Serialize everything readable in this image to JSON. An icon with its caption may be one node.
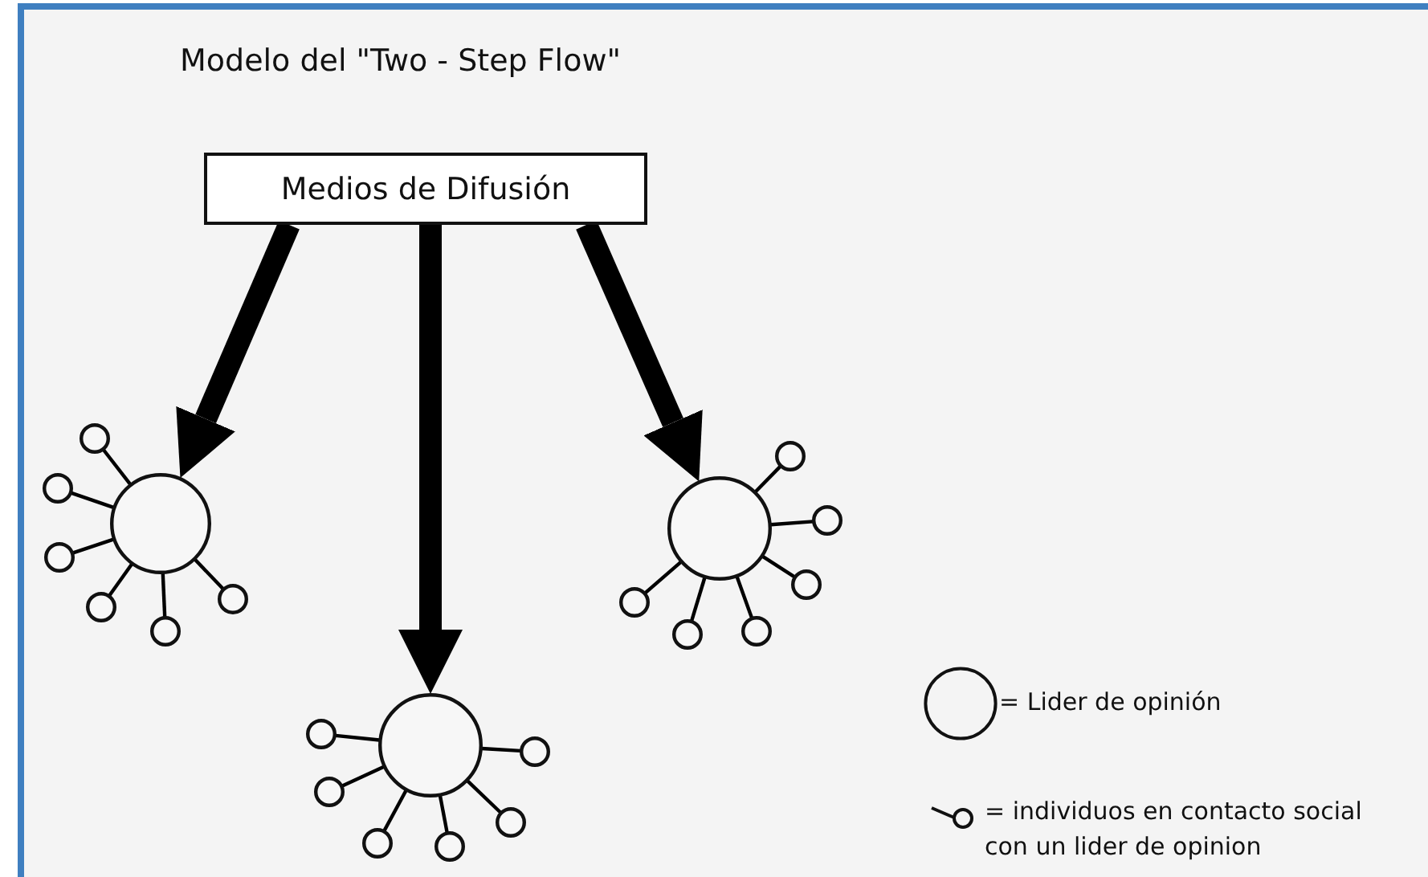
{
  "diagram": {
    "title": "Modelo del \"Two - Step Flow\"",
    "nodes": [
      {
        "text": [
          "Medios de Difusión"
        ]
      },
      {
        "text": [],
        "shape": "circle"
      },
      {
        "text": [],
        "shape": "circle"
      },
      {
        "text": [],
        "shape": "circle"
      },
      {
        "text": [],
        "shape": "circle"
      },
      {
        "text": [],
        "shape": "circle"
      },
      {
        "text": [],
        "shape": "circle"
      },
      {
        "text": [],
        "shape": "circle"
      },
      {
        "text": [],
        "shape": "circle"
      },
      {
        "text": [],
        "shape": "circle"
      },
      {
        "text": [],
        "shape": "circle"
      },
      {
        "text": [],
        "shape": "circle"
      },
      {
        "text": [],
        "shape": "circle"
      },
      {
        "text": [],
        "shape": "circle"
      },
      {
        "text": [],
        "shape": "circle"
      },
      {
        "text": [],
        "shape": "circle"
      },
      {
        "text": [],
        "shape": "circle"
      },
      {
        "text": [],
        "shape": "circle"
      },
      {
        "text": [],
        "shape": "circle"
      },
      {
        "text": [],
        "shape": "circle"
      },
      {
        "text": [],
        "shape": "circle"
      },
      {
        "text": [],
        "shape": "circle"
      }
    ],
    "edges": [
      {
        "from": 0,
        "to": 1,
        "arrow": "to",
        "style": "thick"
      },
      {
        "from": 0,
        "to": 2,
        "arrow": "to",
        "style": "thick"
      },
      {
        "from": 0,
        "to": 3,
        "arrow": "to",
        "style": "thick"
      },
      {
        "from": 1,
        "to": 4,
        "arrow": "none"
      },
      {
        "from": 1,
        "to": 5,
        "arrow": "none"
      },
      {
        "from": 1,
        "to": 6,
        "arrow": "none"
      },
      {
        "from": 1,
        "to": 7,
        "arrow": "none"
      },
      {
        "from": 1,
        "to": 8,
        "arrow": "none"
      },
      {
        "from": 1,
        "to": 9,
        "arrow": "none"
      },
      {
        "from": 2,
        "to": 10,
        "arrow": "none"
      },
      {
        "from": 2,
        "to": 11,
        "arrow": "none"
      },
      {
        "from": 2,
        "to": 12,
        "arrow": "none"
      },
      {
        "from": 2,
        "to": 13,
        "arrow": "none"
      },
      {
        "from": 2,
        "to": 14,
        "arrow": "none"
      },
      {
        "from": 2,
        "to": 15,
        "arrow": "none"
      },
      {
        "from": 3,
        "to": 16,
        "arrow": "none"
      },
      {
        "from": 3,
        "to": 17,
        "arrow": "none"
      },
      {
        "from": 3,
        "to": 18,
        "arrow": "none"
      },
      {
        "from": 3,
        "to": 19,
        "arrow": "none"
      },
      {
        "from": 3,
        "to": 20,
        "arrow": "none"
      },
      {
        "from": 3,
        "to": 21,
        "arrow": "none"
      }
    ],
    "legend": [
      {
        "text": "= Lider de opinión"
      },
      {
        "text": "= individuos en contacto social con un lider de opinion"
      }
    ]
  }
}
